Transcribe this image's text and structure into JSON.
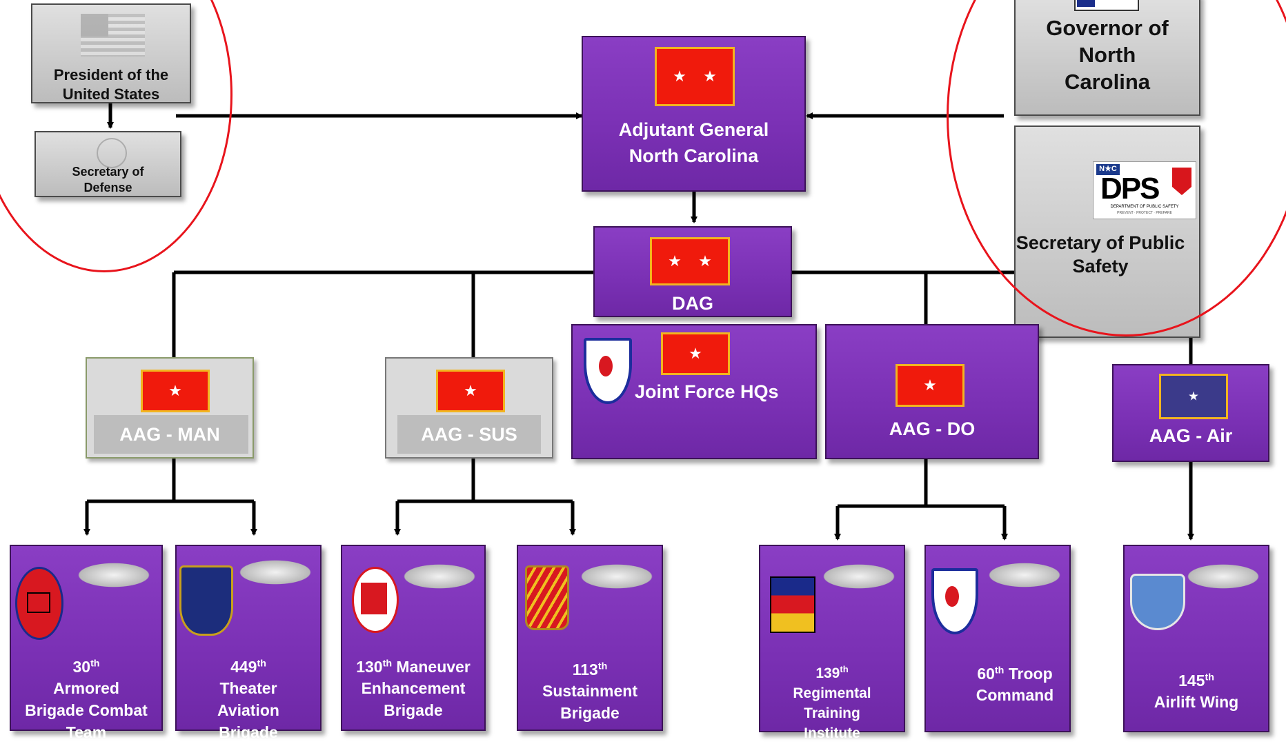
{
  "president": {
    "label": "President of the\nUnited States"
  },
  "secdef": {
    "label": "Secretary of\nDefense"
  },
  "adjutant_general": {
    "line1": "Adjutant General",
    "line2": "North Carolina"
  },
  "governor": {
    "label": "Governor of North\nCarolina"
  },
  "secretary_public_safety": {
    "label": "Secretary of Public\nSafety"
  },
  "dps_logo": {
    "main": "DPS",
    "nc": "N★C",
    "sub": "DEPARTMENT OF PUBLIC SAFETY",
    "tagline": "PREVENT · PROTECT · PREPARE"
  },
  "dag": {
    "label": "DAG"
  },
  "joint_force_hqs": {
    "label": "Joint Force HQs"
  },
  "aag_man": {
    "label": "AAG - MAN"
  },
  "aag_sus": {
    "label": "AAG - SUS"
  },
  "aag_do": {
    "label": "AAG - DO"
  },
  "aag_air": {
    "label": "AAG - Air"
  },
  "units": {
    "u30": {
      "num": "30",
      "suffix": "th",
      "rest": "Armored\nBrigade Combat\nTeam"
    },
    "u449": {
      "num": "449",
      "suffix": "th",
      "rest": "Theater\nAviation\nBrigade"
    },
    "u130": {
      "num": "130",
      "suffix": "th",
      "rest": " Maneuver\nEnhancement\nBrigade"
    },
    "u113": {
      "num": "113",
      "suffix": "th",
      "rest": "Sustainment\nBrigade"
    },
    "u139": {
      "num": "139",
      "suffix": "th",
      "rest": "Regimental\nTraining\nInstitute"
    },
    "u60": {
      "num": "60",
      "suffix": "th",
      "rest": " Troop\nCommand"
    },
    "u145": {
      "num": "145",
      "suffix": "th",
      "rest": "Airlift Wing"
    }
  },
  "colors": {
    "purple": "#7a30b4",
    "rank_flag_red": "#f01a0c",
    "flag_fringe": "#f2b51f",
    "air_flag_blue": "#3b3a8a",
    "highlight_circle": "#e8141c"
  }
}
